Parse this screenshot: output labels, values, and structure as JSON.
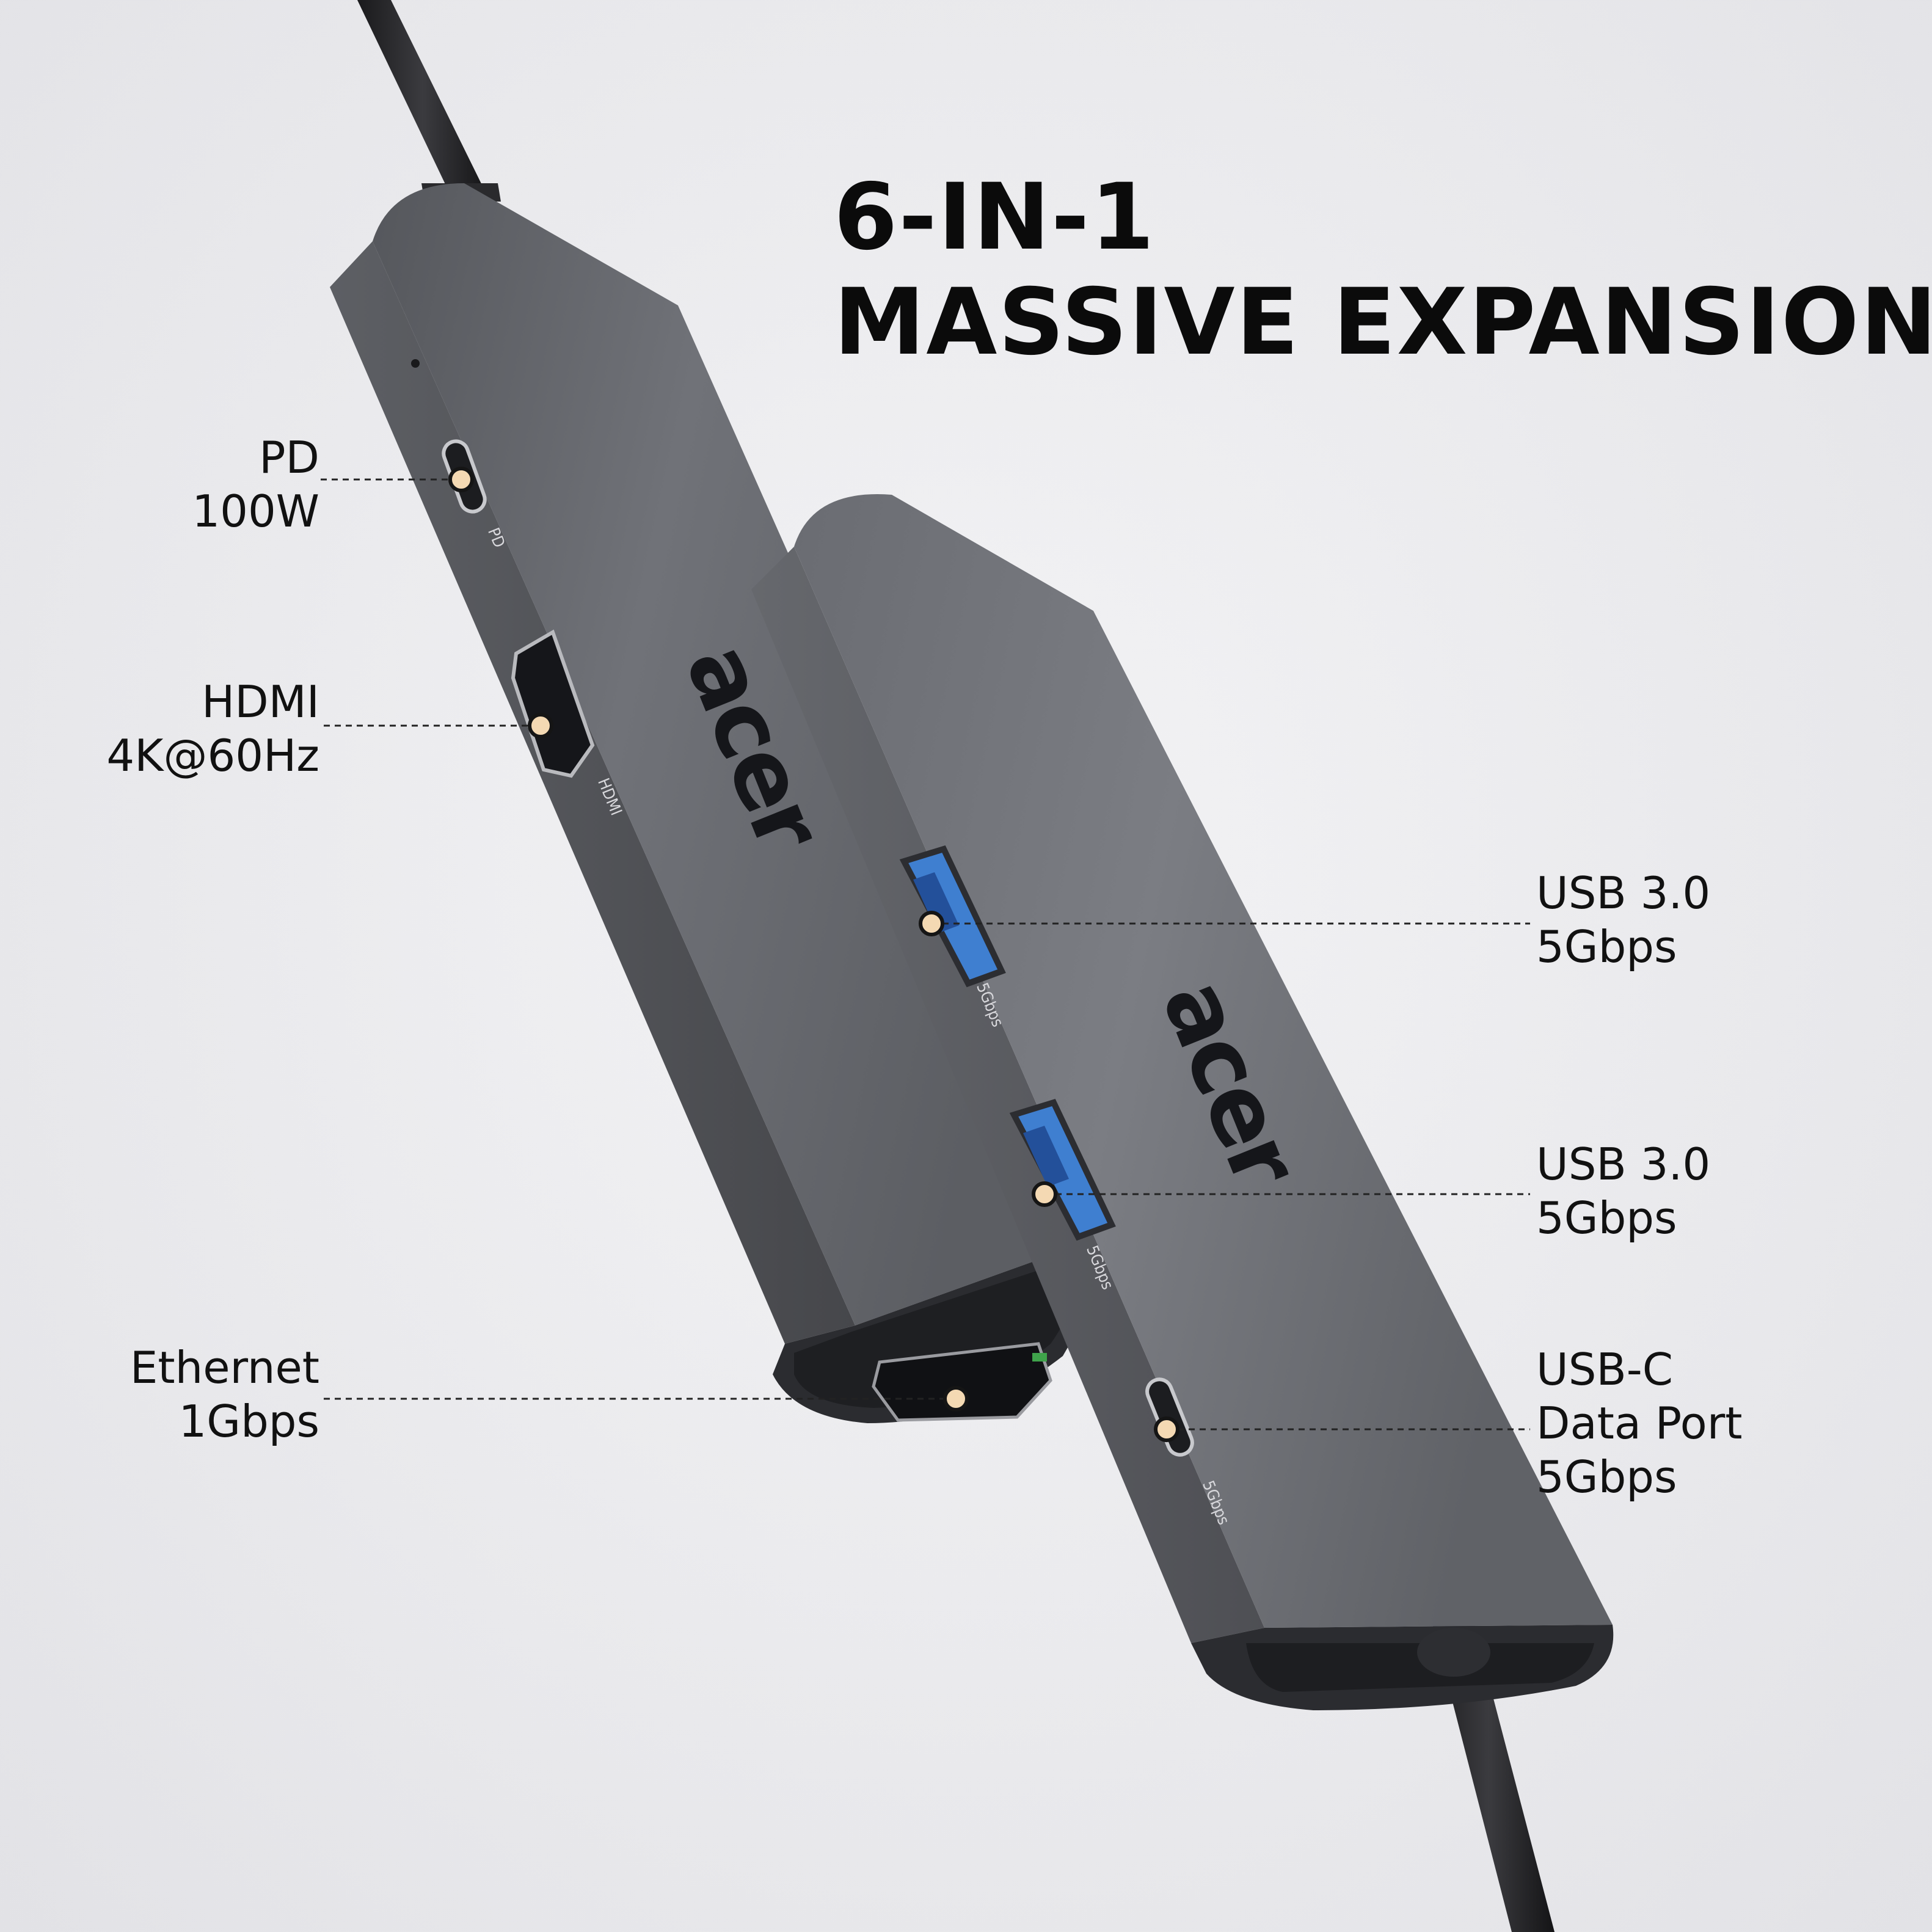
{
  "headline": {
    "line1": "6-IN-1",
    "line2": "MASSIVE EXPANSION"
  },
  "callouts": {
    "pd": {
      "line1": "PD",
      "line2": "100W"
    },
    "hdmi": {
      "line1": "HDMI",
      "line2": "4K@60Hz"
    },
    "ethernet": {
      "line1": "Ethernet",
      "line2": "1Gbps"
    },
    "usb_a_1": {
      "line1": "USB 3.0",
      "line2": "5Gbps"
    },
    "usb_a_2": {
      "line1": "USB 3.0",
      "line2": "5Gbps"
    },
    "usb_c_data": {
      "line1": "USB-C",
      "line2": "Data Port",
      "line3": "5Gbps"
    }
  },
  "device_text": {
    "brand": "acer",
    "pd_marking": "PD",
    "hdmi_marking": "HDMI",
    "usb1_marking": "5Gbps",
    "usb2_marking": "5Gbps",
    "usbc_marking": "5Gbps"
  },
  "colors": {
    "hub_body": "#6b6d73",
    "hub_dark": "#3a3b3f",
    "usb_blue": "#3f7fd0",
    "callout_dot": "#f4d9b3",
    "text": "#111111"
  }
}
